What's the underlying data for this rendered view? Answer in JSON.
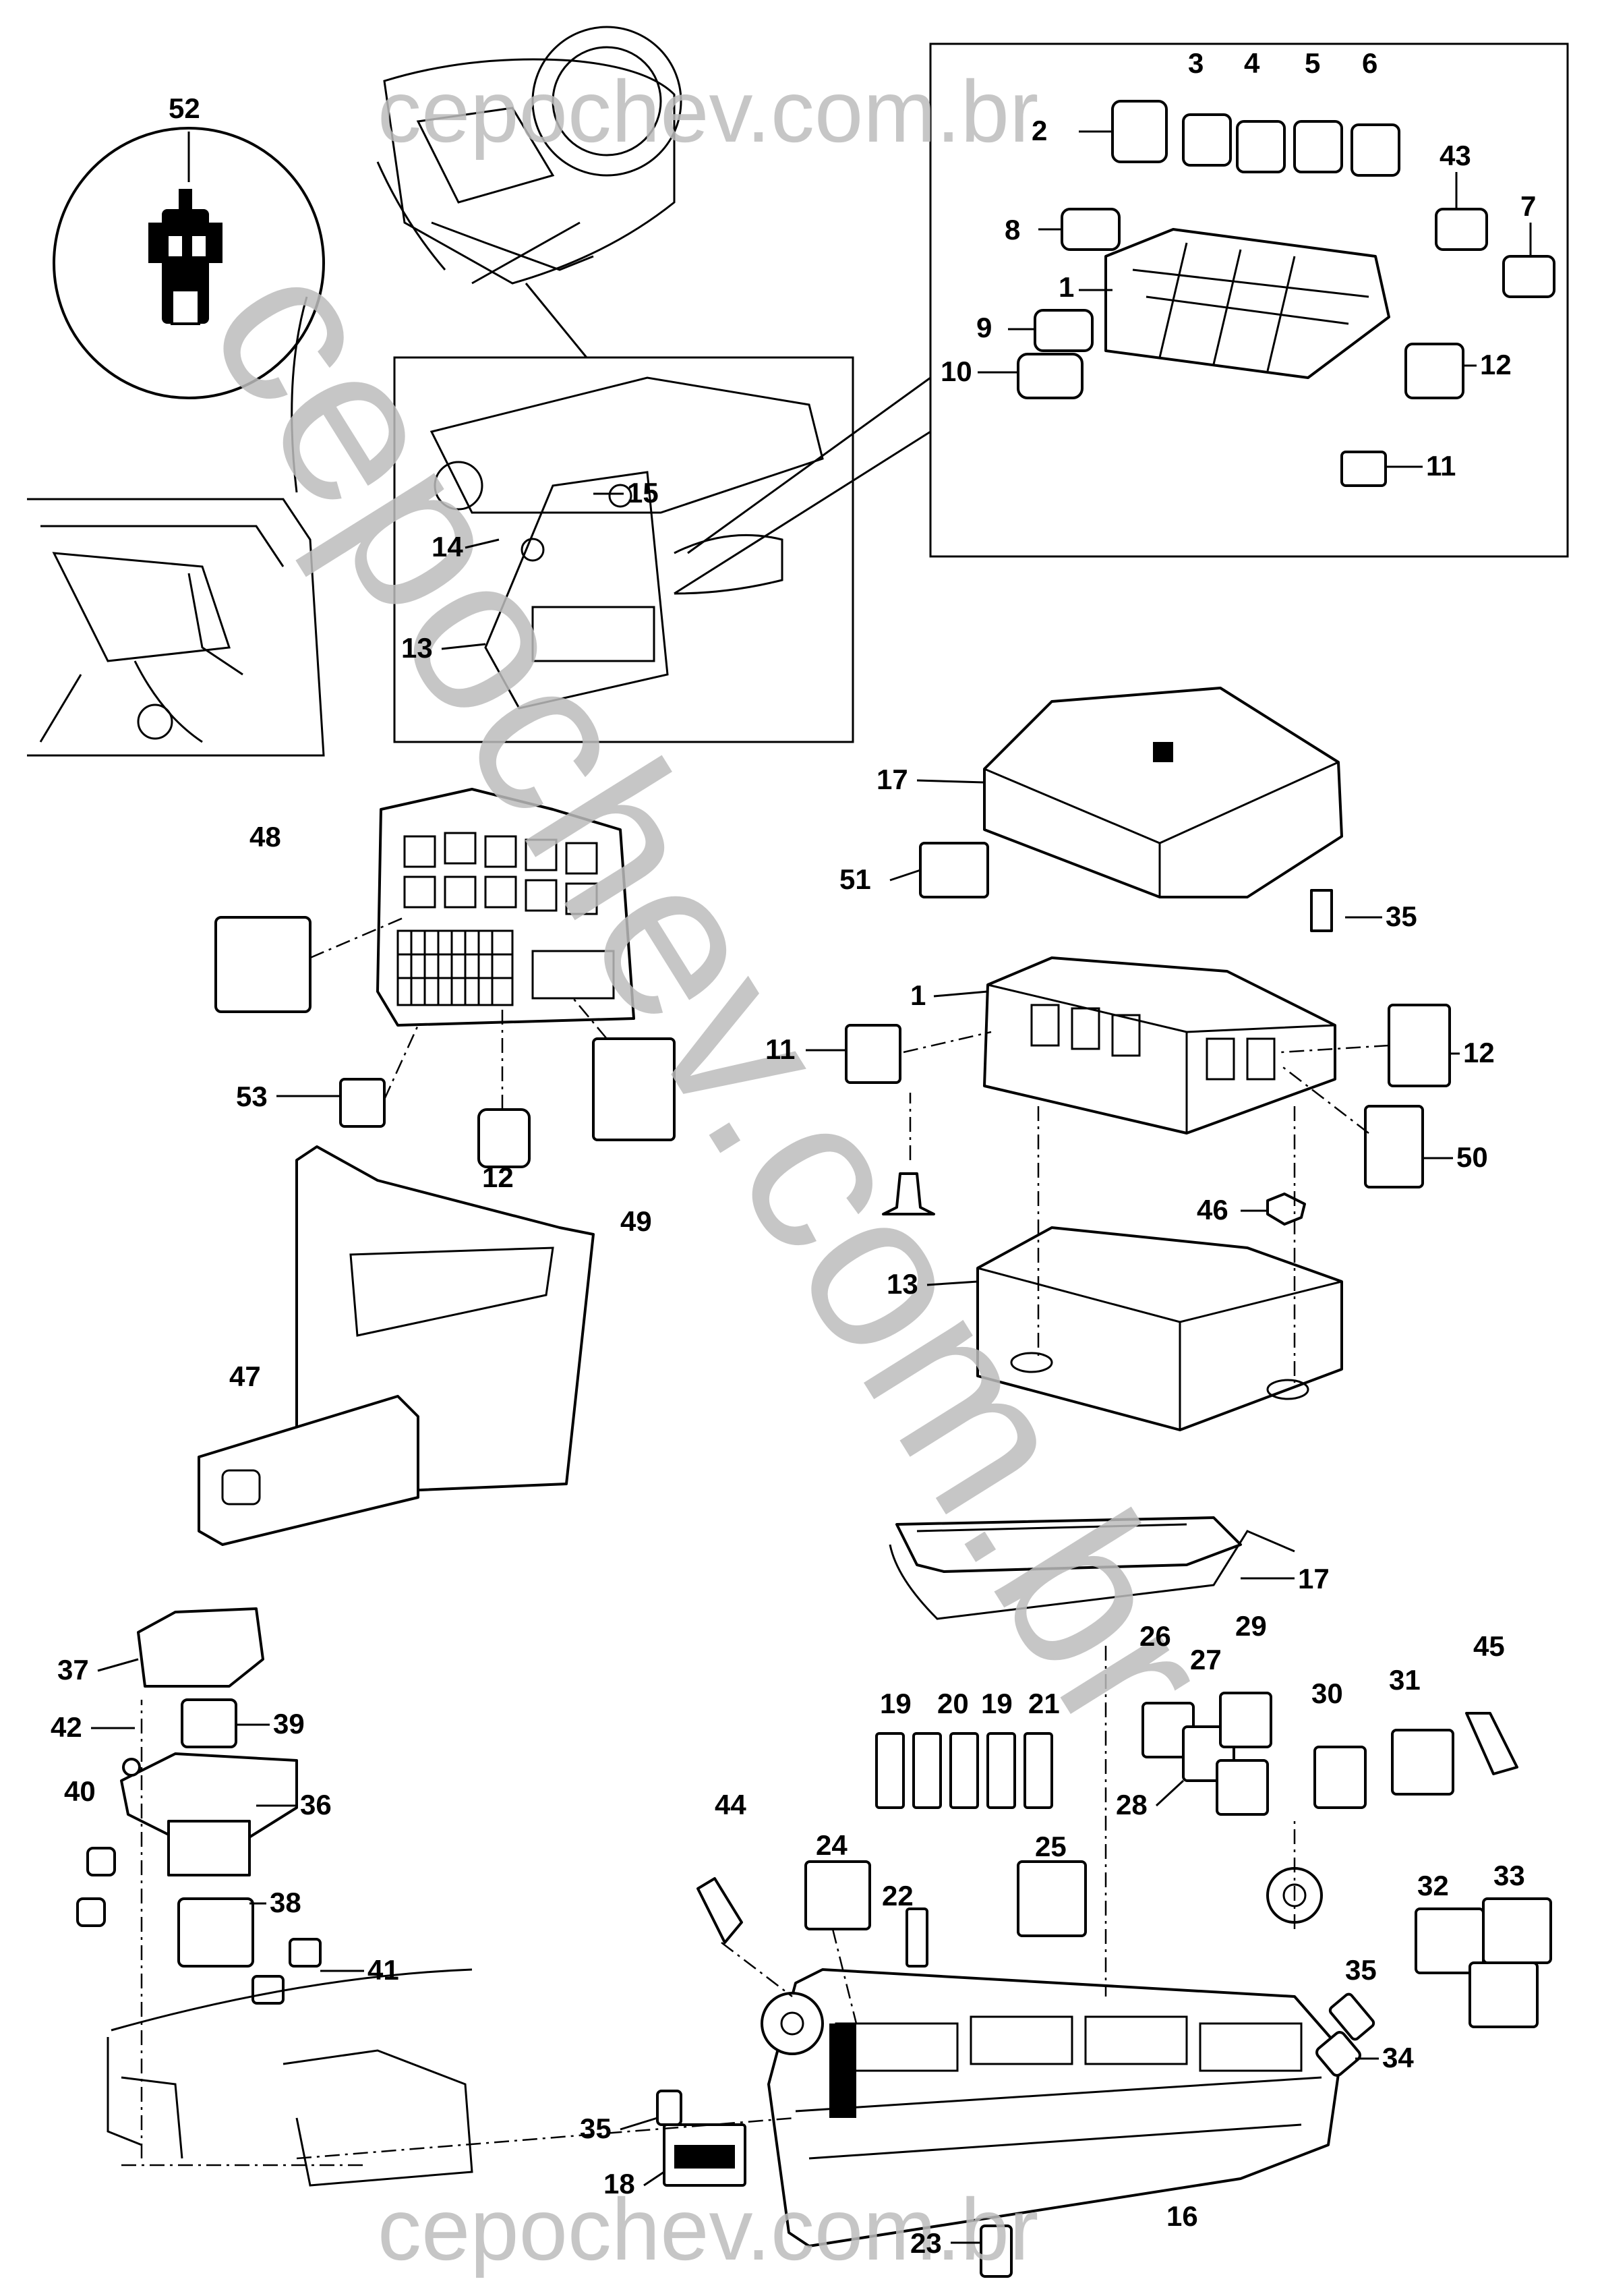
{
  "watermark": {
    "text": "cepochev.com.br"
  },
  "callouts": [
    {
      "id": "52",
      "label": "52"
    },
    {
      "id": "3",
      "label": "3"
    },
    {
      "id": "4",
      "label": "4"
    },
    {
      "id": "5",
      "label": "5"
    },
    {
      "id": "6",
      "label": "6"
    },
    {
      "id": "2",
      "label": "2"
    },
    {
      "id": "43",
      "label": "43"
    },
    {
      "id": "8",
      "label": "8"
    },
    {
      "id": "7",
      "label": "7"
    },
    {
      "id": "1a",
      "label": "1"
    },
    {
      "id": "9",
      "label": "9"
    },
    {
      "id": "10",
      "label": "10"
    },
    {
      "id": "12a",
      "label": "12"
    },
    {
      "id": "11a",
      "label": "11"
    },
    {
      "id": "15",
      "label": "15"
    },
    {
      "id": "14",
      "label": "14"
    },
    {
      "id": "13a",
      "label": "13"
    },
    {
      "id": "17a",
      "label": "17"
    },
    {
      "id": "48",
      "label": "48"
    },
    {
      "id": "51",
      "label": "51"
    },
    {
      "id": "35a",
      "label": "35"
    },
    {
      "id": "1b",
      "label": "1"
    },
    {
      "id": "11b",
      "label": "11"
    },
    {
      "id": "12b",
      "label": "12"
    },
    {
      "id": "53",
      "label": "53"
    },
    {
      "id": "12c",
      "label": "12"
    },
    {
      "id": "49",
      "label": "49"
    },
    {
      "id": "50",
      "label": "50"
    },
    {
      "id": "46",
      "label": "46"
    },
    {
      "id": "13b",
      "label": "13"
    },
    {
      "id": "47",
      "label": "47"
    },
    {
      "id": "17b",
      "label": "17"
    },
    {
      "id": "37",
      "label": "37"
    },
    {
      "id": "26",
      "label": "26"
    },
    {
      "id": "27",
      "label": "27"
    },
    {
      "id": "29",
      "label": "29"
    },
    {
      "id": "42",
      "label": "42"
    },
    {
      "id": "39",
      "label": "39"
    },
    {
      "id": "19a",
      "label": "19"
    },
    {
      "id": "20",
      "label": "20"
    },
    {
      "id": "19b",
      "label": "19"
    },
    {
      "id": "21",
      "label": "21"
    },
    {
      "id": "30",
      "label": "30"
    },
    {
      "id": "31",
      "label": "31"
    },
    {
      "id": "45",
      "label": "45"
    },
    {
      "id": "40",
      "label": "40"
    },
    {
      "id": "36",
      "label": "36"
    },
    {
      "id": "28",
      "label": "28"
    },
    {
      "id": "44",
      "label": "44"
    },
    {
      "id": "24",
      "label": "24"
    },
    {
      "id": "25",
      "label": "25"
    },
    {
      "id": "22",
      "label": "22"
    },
    {
      "id": "38",
      "label": "38"
    },
    {
      "id": "32",
      "label": "32"
    },
    {
      "id": "33",
      "label": "33"
    },
    {
      "id": "41",
      "label": "41"
    },
    {
      "id": "35b",
      "label": "35"
    },
    {
      "id": "34",
      "label": "34"
    },
    {
      "id": "35c",
      "label": "35"
    },
    {
      "id": "18",
      "label": "18"
    },
    {
      "id": "23",
      "label": "23"
    },
    {
      "id": "16",
      "label": "16"
    }
  ]
}
